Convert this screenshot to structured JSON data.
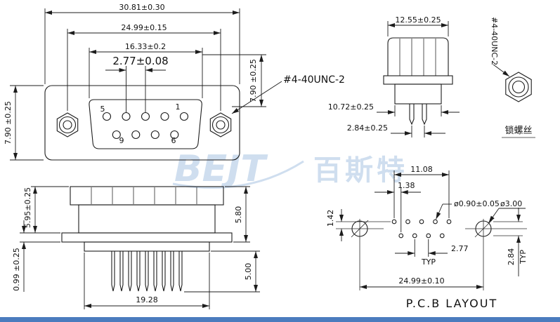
{
  "colors": {
    "line": "#1c1c1c",
    "text": "#111111",
    "watermark": "#a9c4e2",
    "footer_bar": "#4b7cbe"
  },
  "watermark": {
    "latin": "BEJT",
    "cjk": "百斯特"
  },
  "front_view": {
    "dim_overall_width": "30.81±0.30",
    "dim_mount_spacing": "24.99±0.15",
    "dim_shell_width": "16.33±0.2",
    "dim_pin_pitch": "2.77±0.08",
    "dim_height_left": "7.90 ±0.25",
    "dim_height_right": "7.90 ±0.25",
    "thread_callout": "#4-40UNC-2",
    "pins": {
      "top_left": "5",
      "top_right": "1",
      "bottom_left": "9",
      "bottom_right": "6"
    }
  },
  "side_view": {
    "dim_width": "12.55±0.25",
    "dim_body_width": "10.72±0.25",
    "dim_pin_row_spacing": "2.84±0.25"
  },
  "nut_view": {
    "thread_callout": "#4-40UNC-2",
    "caption": "锁螺丝"
  },
  "profile_view": {
    "dim_shell_height": "5.95±0.25",
    "dim_insulator_height": "5.80",
    "dim_flange_thickness": "0.99 ±0.25",
    "dim_pin_length": "5.00",
    "dim_body_width": "19.28"
  },
  "pcb_layout": {
    "title": "P.C.B LAYOUT",
    "dim_top_row_span": "11.08",
    "dim_row_offset": "1.38",
    "callout_pin_hole": "ø0.90±0.05",
    "callout_mount_hole": "ø3.00",
    "dim_vertical_offset": "1.42",
    "dim_pin_pitch": "2.77",
    "typ_pitch": "TYP",
    "dim_row_spacing": "2.84",
    "typ_row": "TYP",
    "dim_mount_spacing": "24.99±0.10"
  }
}
